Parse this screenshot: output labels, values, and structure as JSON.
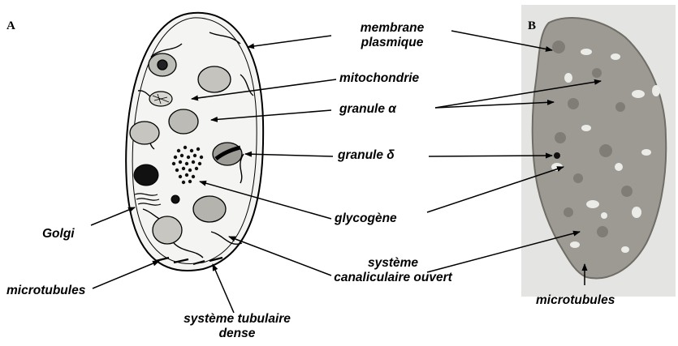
{
  "panels": {
    "a": "A",
    "b": "B"
  },
  "labels": {
    "membrane_line1": "membrane",
    "membrane_line2": "plasmique",
    "mitochondrie": "mitochondrie",
    "granule_alpha": "granule α",
    "granule_delta": "granule δ",
    "glycogene": "glycogène",
    "golgi": "Golgi",
    "microtubules_left": "microtubules",
    "microtubules_right": "microtubules",
    "systeme_line1": "système",
    "systeme_line2": "canaliculaire ouvert",
    "tubulaire_line1": "système tubulaire",
    "tubulaire_line2": "dense"
  },
  "colors": {
    "micrograph_bg": "#e6e6e4",
    "cell_fill": "#9a9890",
    "cell_edge": "#6d6b65",
    "ink": "#000000"
  }
}
